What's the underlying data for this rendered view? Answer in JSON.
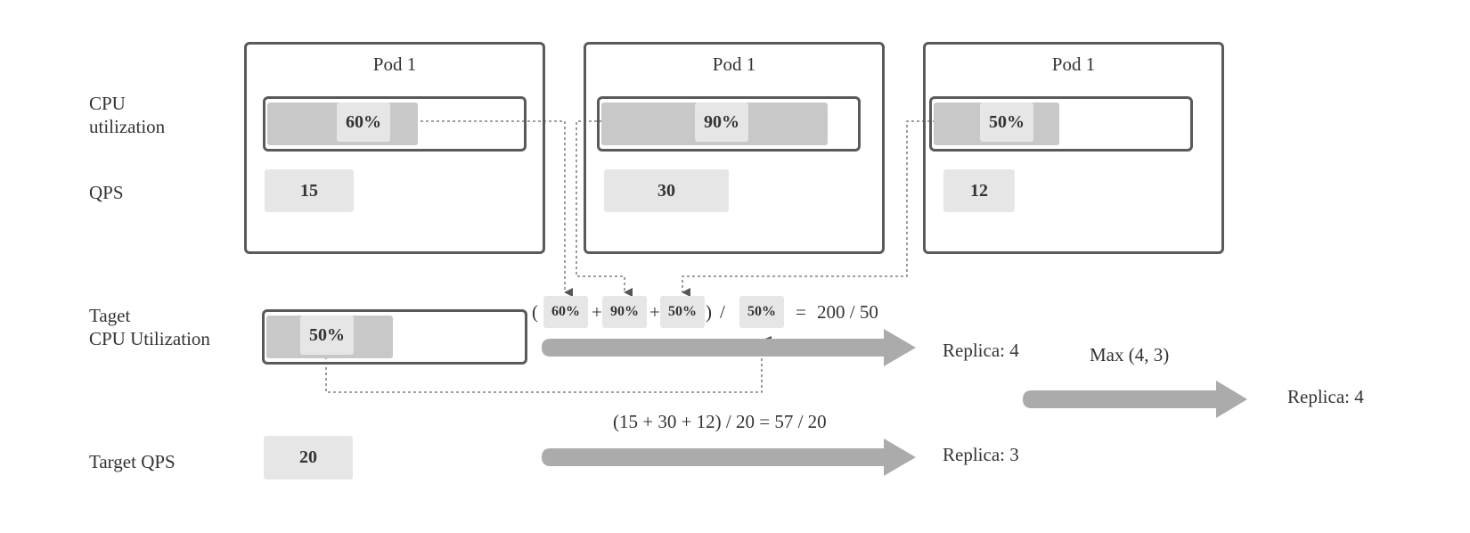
{
  "row_labels": {
    "cpu": "CPU\nutilization",
    "qps": "QPS",
    "target_cpu": "Taget\nCPU Utilization",
    "target_qps": "Target QPS"
  },
  "pods": [
    {
      "title": "Pod 1",
      "cpu_utilization": "60%",
      "cpu_fraction": 0.6,
      "qps": "15"
    },
    {
      "title": "Pod 1",
      "cpu_utilization": "90%",
      "cpu_fraction": 0.9,
      "qps": "30"
    },
    {
      "title": "Pod 1",
      "cpu_utilization": "50%",
      "cpu_fraction": 0.5,
      "qps": "12"
    }
  ],
  "target_cpu": {
    "value": "50%",
    "fraction": 0.5
  },
  "target_qps": {
    "value": "20"
  },
  "cpu_equation": {
    "open": "(",
    "terms": [
      "60%",
      "90%",
      "50%"
    ],
    "plus": "+",
    "close": ")",
    "divide": "/",
    "divisor": "50%",
    "equals": "=",
    "result": "200 / 50"
  },
  "cpu_replica": "Replica: 4",
  "qps_formula": "(15 + 30 + 12) / 20 = 57 / 20",
  "qps_replica": "Replica: 3",
  "max_label": "Max (4, 3)",
  "final_replica": "Replica: 4",
  "colors": {
    "frame": "#5a5a5a",
    "bar": "#c8c8c8",
    "chip": "#e6e6e6",
    "arrow": "#ababab",
    "connector": "#666666"
  }
}
